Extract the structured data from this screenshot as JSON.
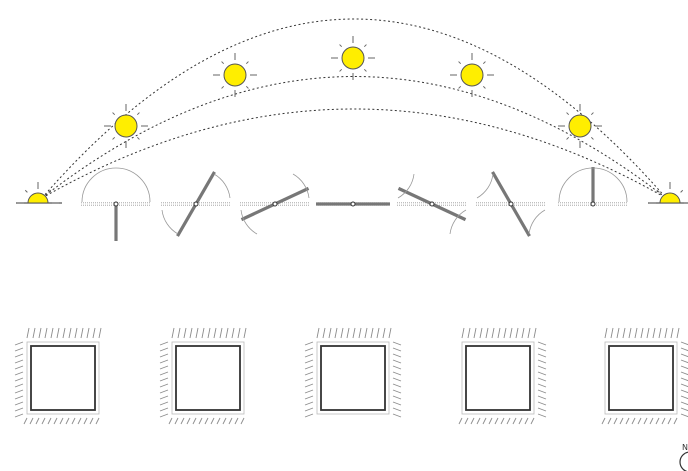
{
  "diagram": {
    "colors": {
      "sun_fill": "#ffee00",
      "sun_stroke": "#555555",
      "arc_stroke": "#333333",
      "panel_stroke": "#777777",
      "shadow_tick": "#8c8c8c",
      "room_stroke": "#333333",
      "guide_stroke": "#999999"
    },
    "sun_paths_count": 3,
    "suns": [
      {
        "id": "sunrise",
        "icon": "sun-half-icon"
      },
      {
        "id": "morning",
        "icon": "sun-icon"
      },
      {
        "id": "mid-morning",
        "icon": "sun-icon"
      },
      {
        "id": "noon",
        "icon": "sun-icon"
      },
      {
        "id": "afternoon",
        "icon": "sun-icon"
      },
      {
        "id": "late-afternoon",
        "icon": "sun-icon"
      },
      {
        "id": "sunset",
        "icon": "sun-half-icon"
      }
    ],
    "louver_angles_deg": [
      90,
      60,
      25,
      0,
      -25,
      -60,
      -90
    ],
    "rooms_shaded_sides": [
      [
        "top",
        "left",
        "bottom"
      ],
      [
        "top",
        "left",
        "bottom"
      ],
      [
        "top",
        "left",
        "right"
      ],
      [
        "top",
        "right",
        "bottom"
      ],
      [
        "top",
        "right",
        "bottom"
      ]
    ],
    "compass": {
      "label": "N",
      "icon": "north-compass-icon"
    }
  }
}
